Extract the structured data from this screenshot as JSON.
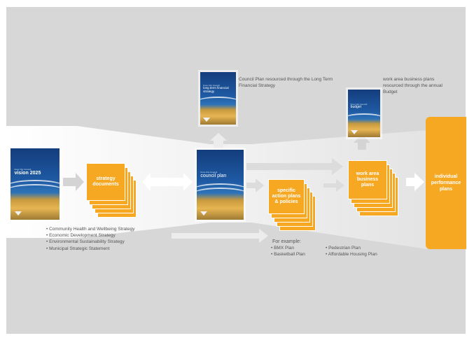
{
  "covers": {
    "vision": {
      "small": "Knox City Council",
      "big": "vision 2025"
    },
    "council_plan": {
      "small": "Knox City Council",
      "big": "council plan"
    },
    "ltfs": {
      "small": "Knox City Council",
      "big": "long term financial strategy"
    },
    "budget": {
      "small": "Knox City Council",
      "big": "budget"
    }
  },
  "boxes": {
    "strategy": "strategy documents",
    "specific": "specific action plans & policies",
    "work_area": "work area business plans",
    "individual": "individual performance plans"
  },
  "captions": {
    "council_plan_resourced": "Council Plan resourced through the Long Term  Financial Strategy",
    "work_area_resourced": "work area  business plans resourced through the annual Budget"
  },
  "strategy_list": [
    "Community Health and Wellbeing Strategy",
    "Economic Development Strategy",
    "Environmental Sustainability Strategy",
    "Municipal Strategic Statement"
  ],
  "example": {
    "heading": "For example:",
    "col1": [
      "BMX Plan",
      "Basketball Plan"
    ],
    "col2": [
      "Pedestrian Plan",
      "Affordable Housing Plan"
    ]
  },
  "colors": {
    "orange": "#f7a823",
    "background": "#d7d7d7",
    "cover_blue": "#1e5aa3"
  }
}
